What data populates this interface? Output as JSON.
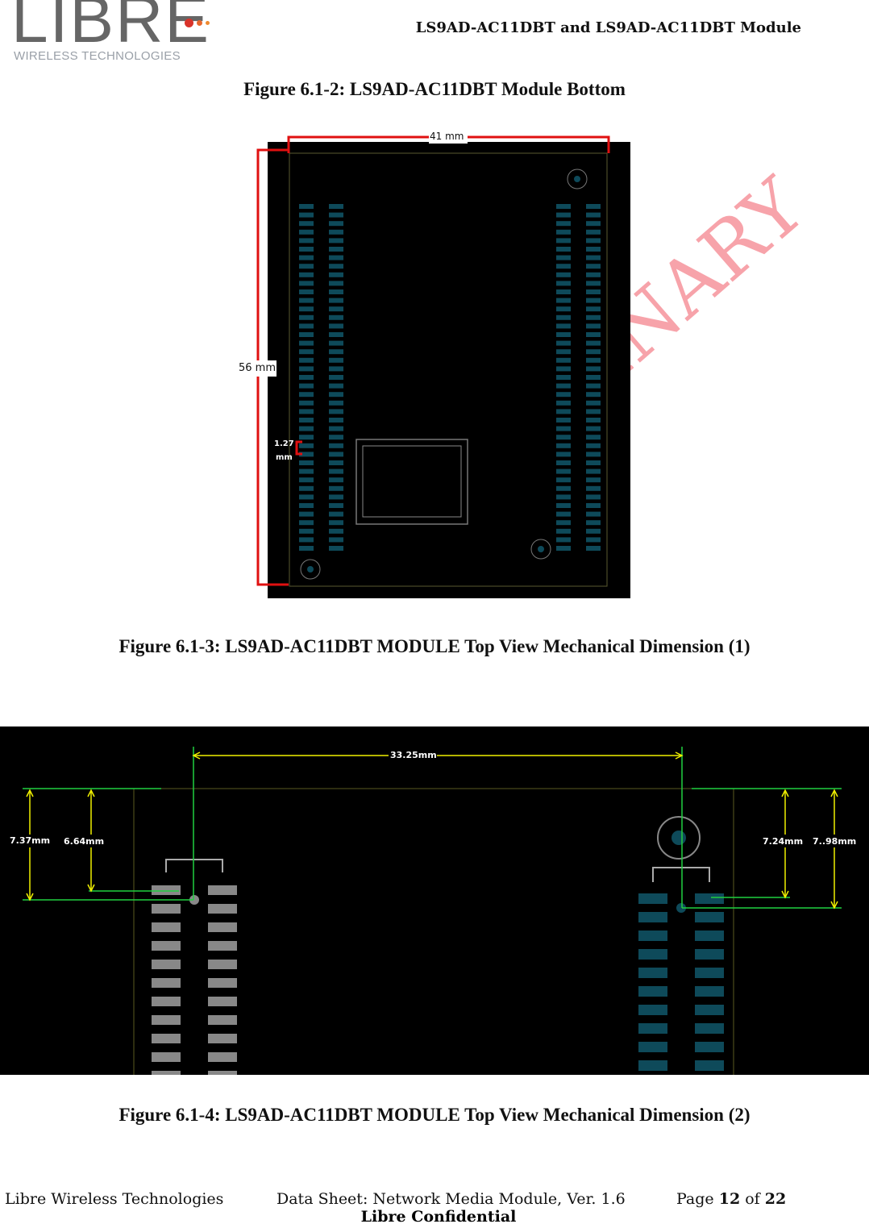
{
  "header": {
    "logo_text": "LIBRE",
    "logo_subtext": "WIRELESS TECHNOLOGIES",
    "title": "LS9AD-AC11DBT and LS9AD-AC11DBT Module"
  },
  "watermark": "PRELIMINARY",
  "figures": [
    {
      "caption": "Figure 6.1-2: LS9AD-AC11DBT Module Bottom"
    },
    {
      "caption": "Figure 6.1-3: LS9AD-AC11DBT MODULE Top View Mechanical Dimension (1)",
      "dims": {
        "width": "41 mm",
        "height": "56 mm",
        "pitch": "1.27",
        "pitch_unit": "mm"
      }
    },
    {
      "caption": "Figure 6.1-4: LS9AD-AC11DBT MODULE Top View Mechanical Dimension (2)",
      "dims": {
        "span": "33.25mm",
        "left_outer": "7.37mm",
        "left_inner": "6.64mm",
        "right_inner": "7.24mm",
        "right_outer": "7..98mm"
      }
    }
  ],
  "footer": {
    "company": "Libre Wireless Technologies",
    "doc": "Data Sheet: Network Media Module, Ver. 1.6",
    "page_prefix": "Page ",
    "page": "12",
    "page_of": " of ",
    "total": "22",
    "confidential": "Libre Confidential"
  },
  "colors": {
    "dim_red": "#e01010",
    "dim_yellow": "#f0f000",
    "guide_green": "#20d040",
    "pad": "#0e4a5a",
    "watermark": "#f7a3aa"
  }
}
